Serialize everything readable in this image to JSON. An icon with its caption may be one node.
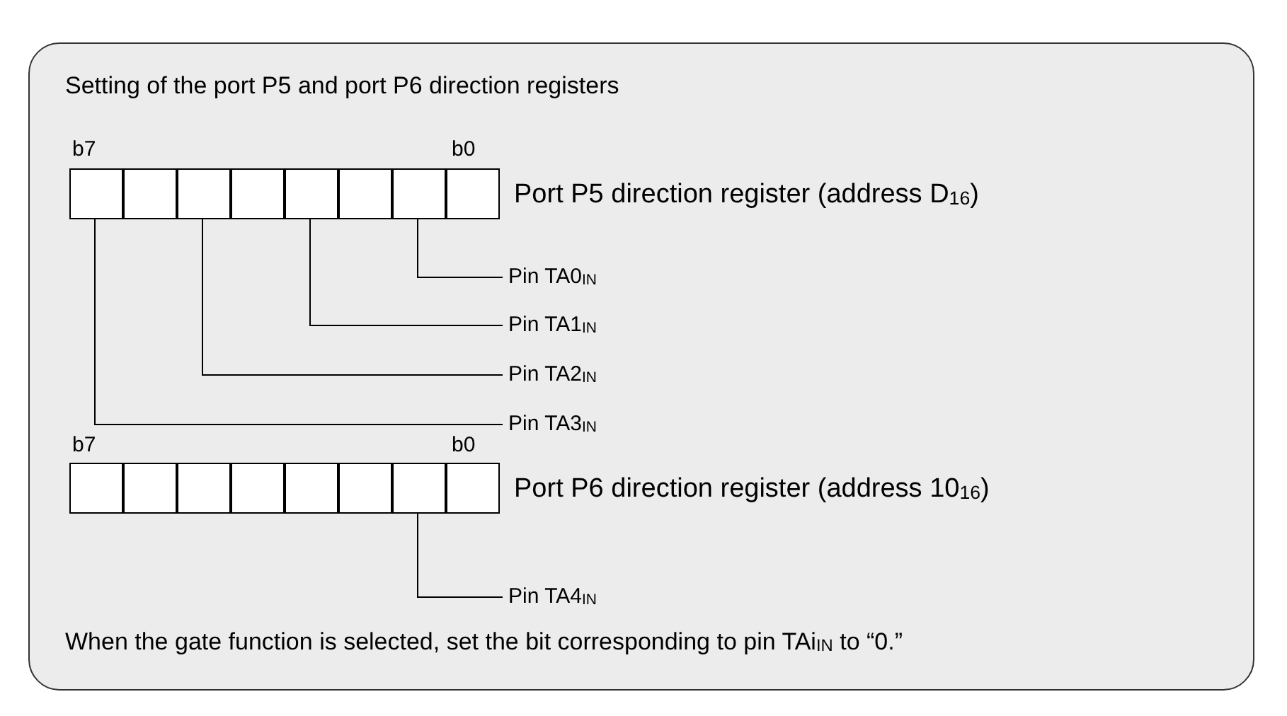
{
  "diagram": {
    "nodes": [
      {
        "text": [
          "Setting of the port P5 and port P6 direction registers",
          "When the gate function is selected, set the bit corresponding to pin TAi$_{IN}$ to “0.”"
        ]
      },
      {
        "text": [],
        "shape": "box",
        "in": 0
      },
      {
        "text": [],
        "shape": "box",
        "in": 0
      },
      {
        "text": [],
        "shape": "box",
        "in": 0
      },
      {
        "text": [],
        "shape": "box",
        "in": 0
      },
      {
        "text": [],
        "shape": "box",
        "in": 0
      },
      {
        "text": [],
        "shape": "box",
        "in": 0
      },
      {
        "text": [],
        "shape": "box",
        "in": 0
      },
      {
        "text": [],
        "shape": "box",
        "in": 0
      },
      {
        "text": [
          "Pin TA0$_{IN}$"
        ],
        "in": 0
      },
      {
        "text": [
          "Pin TA1$_{IN}$"
        ],
        "in": 0
      },
      {
        "text": [
          "Pin TA2$_{IN}$"
        ],
        "in": 0
      },
      {
        "text": [
          "Pin TA3$_{IN}$"
        ],
        "in": 0
      },
      {
        "text": [],
        "shape": "box",
        "in": 0
      },
      {
        "text": [],
        "shape": "box",
        "in": 0
      },
      {
        "text": [],
        "shape": "box",
        "in": 0
      },
      {
        "text": [],
        "shape": "box",
        "in": 0
      },
      {
        "text": [],
        "shape": "box",
        "in": 0
      },
      {
        "text": [],
        "shape": "box",
        "in": 0
      },
      {
        "text": [],
        "shape": "box",
        "in": 0
      },
      {
        "text": [],
        "shape": "box",
        "in": 0
      },
      {
        "text": [
          "Pin TA4$_{IN}$"
        ],
        "in": 0
      }
    ],
    "edges": [
      {
        "from": 9,
        "to": 7,
        "arrow": "none"
      },
      {
        "from": 10,
        "to": 5,
        "arrow": "none"
      },
      {
        "from": 11,
        "to": 3,
        "arrow": "none"
      },
      {
        "from": 12,
        "to": 1,
        "arrow": "none"
      },
      {
        "from": 21,
        "to": 19,
        "arrow": "none"
      }
    ],
    "labels": [
      "b7",
      "b0",
      "Port P5 direction register (address D$_{16}$)",
      "b7",
      "b0",
      "Port P6 direction register (address 10$_{16}$)"
    ]
  }
}
